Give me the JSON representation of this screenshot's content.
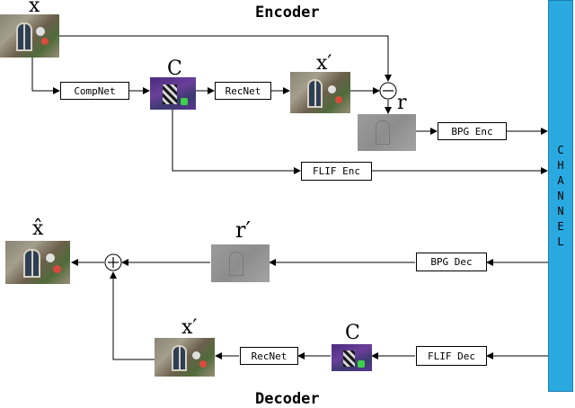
{
  "titles": {
    "encoder": "Encoder",
    "decoder": "Decoder"
  },
  "symbols": {
    "x": "x",
    "c_enc": "C",
    "x_prime_enc": "x′",
    "r": "r",
    "x_hat": "x̂",
    "r_prime": "r′",
    "x_prime_dec": "x′",
    "c_dec": "C",
    "minus": "−",
    "plus": "+"
  },
  "boxes": {
    "compnet": "CompNet",
    "recnet_enc": "RecNet",
    "bpg_enc": "BPG Enc",
    "flif_enc": "FLIF Enc",
    "bpg_dec": "BPG Dec",
    "flif_dec": "FLIF Dec",
    "recnet_dec": "RecNet"
  },
  "channel": {
    "letters": [
      "C",
      "H",
      "A",
      "N",
      "N",
      "E",
      "L"
    ]
  },
  "colors": {
    "channel": "#29a9e0",
    "line": "#000000",
    "compact": "#5a3590"
  }
}
